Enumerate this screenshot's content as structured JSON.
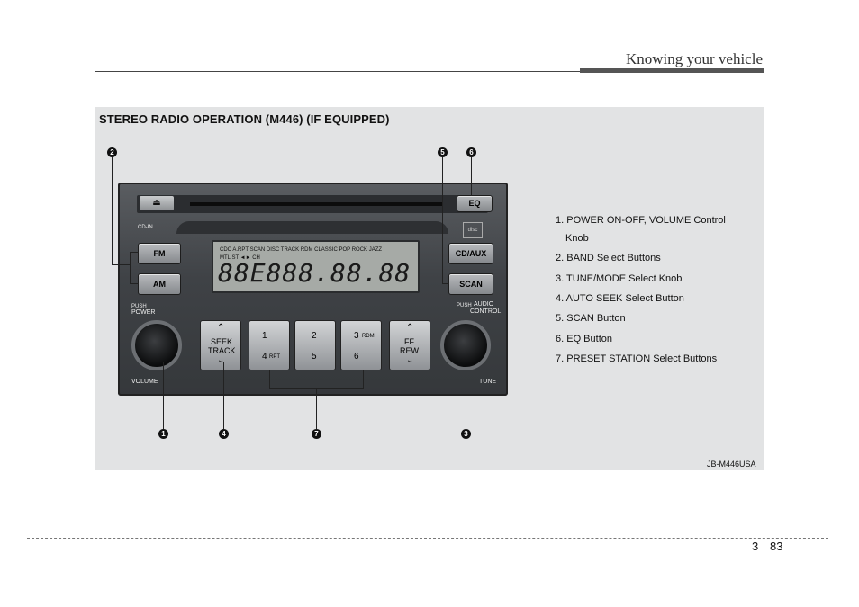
{
  "header": {
    "title": "Knowing your vehicle"
  },
  "section": {
    "heading": "STEREO RADIO OPERATION (M446) (IF EQUIPPED)"
  },
  "callouts": {
    "c1": "❶",
    "c2": "❷",
    "c3": "❸",
    "c4": "❹",
    "c5": "❺",
    "c6": "❻",
    "c7": "❼"
  },
  "radio": {
    "eject_icon": "eject-icon",
    "eq": "EQ",
    "cd_in": "CD-IN",
    "fm": "FM",
    "am": "AM",
    "cd_aux": "CD/AUX",
    "scan": "SCAN",
    "push_left": "PUSH",
    "power": "POWER",
    "volume": "VOLUME",
    "push_right": "PUSH",
    "audio": "AUDIO",
    "control": "CONTROL",
    "tune": "TUNE",
    "seek_top": "SEEK",
    "seek_bottom": "TRACK",
    "ff_top": "FF",
    "ff_bottom": "REW",
    "key1": "1",
    "key2": "2",
    "key3": "3",
    "key3_sub": "RDM",
    "key4": "4",
    "key4_sub": "RPT",
    "key5": "5",
    "key6": "6",
    "lcd_row1": "CDC A.RPT SCAN DISC    TRACK RDM CLASSIC  POP  ROCK JAZZ",
    "lcd_row2": "MTL ST  ◄►   CH",
    "lcd_digits": "88E888.88.88"
  },
  "legend": {
    "item1": "1. POWER ON-OFF, VOLUME Control",
    "item1_cont": "Knob",
    "item2": "2. BAND Select Buttons",
    "item3": "3. TUNE/MODE Select Knob",
    "item4": "4. AUTO SEEK  Select Button",
    "item5": "5. SCAN Button",
    "item6": "6. EQ Button",
    "item7": "7. PRESET STATION Select Buttons"
  },
  "figure_code": "JB-M446USA",
  "footer": {
    "chapter": "3",
    "page": "83"
  }
}
